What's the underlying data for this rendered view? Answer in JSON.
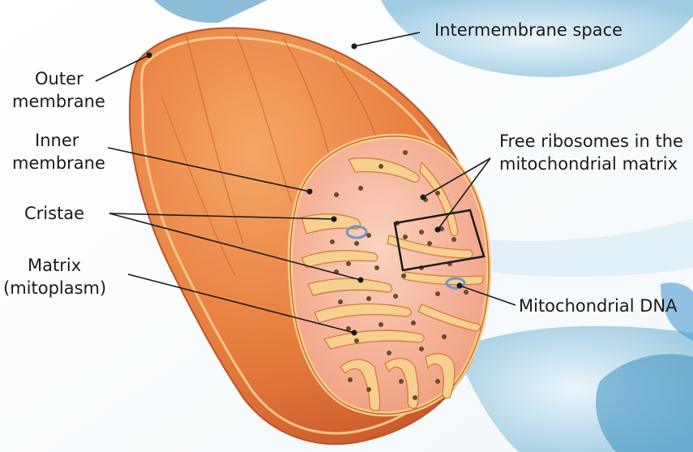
{
  "labels": {
    "outer_membrane_1": "Outer",
    "outer_membrane_2": "membrane",
    "intermembrane_space": "Intermembrane space",
    "inner_membrane_1": "Inner",
    "inner_membrane_2": "membrane",
    "free_ribosomes_1": "Free ribosomes in the",
    "free_ribosomes_2": "mitochondrial matrix",
    "cristae": "Cristae",
    "matrix_1": "Matrix",
    "matrix_2": "(mitoplasm)",
    "mitochondrial_dna": "Mitochondrial DNA"
  },
  "colors": {
    "outer_membrane": "#e07a3a",
    "membrane_edge": "#f5cf8a",
    "matrix": "#f3a988",
    "background_blue": "#cfe6f2"
  }
}
